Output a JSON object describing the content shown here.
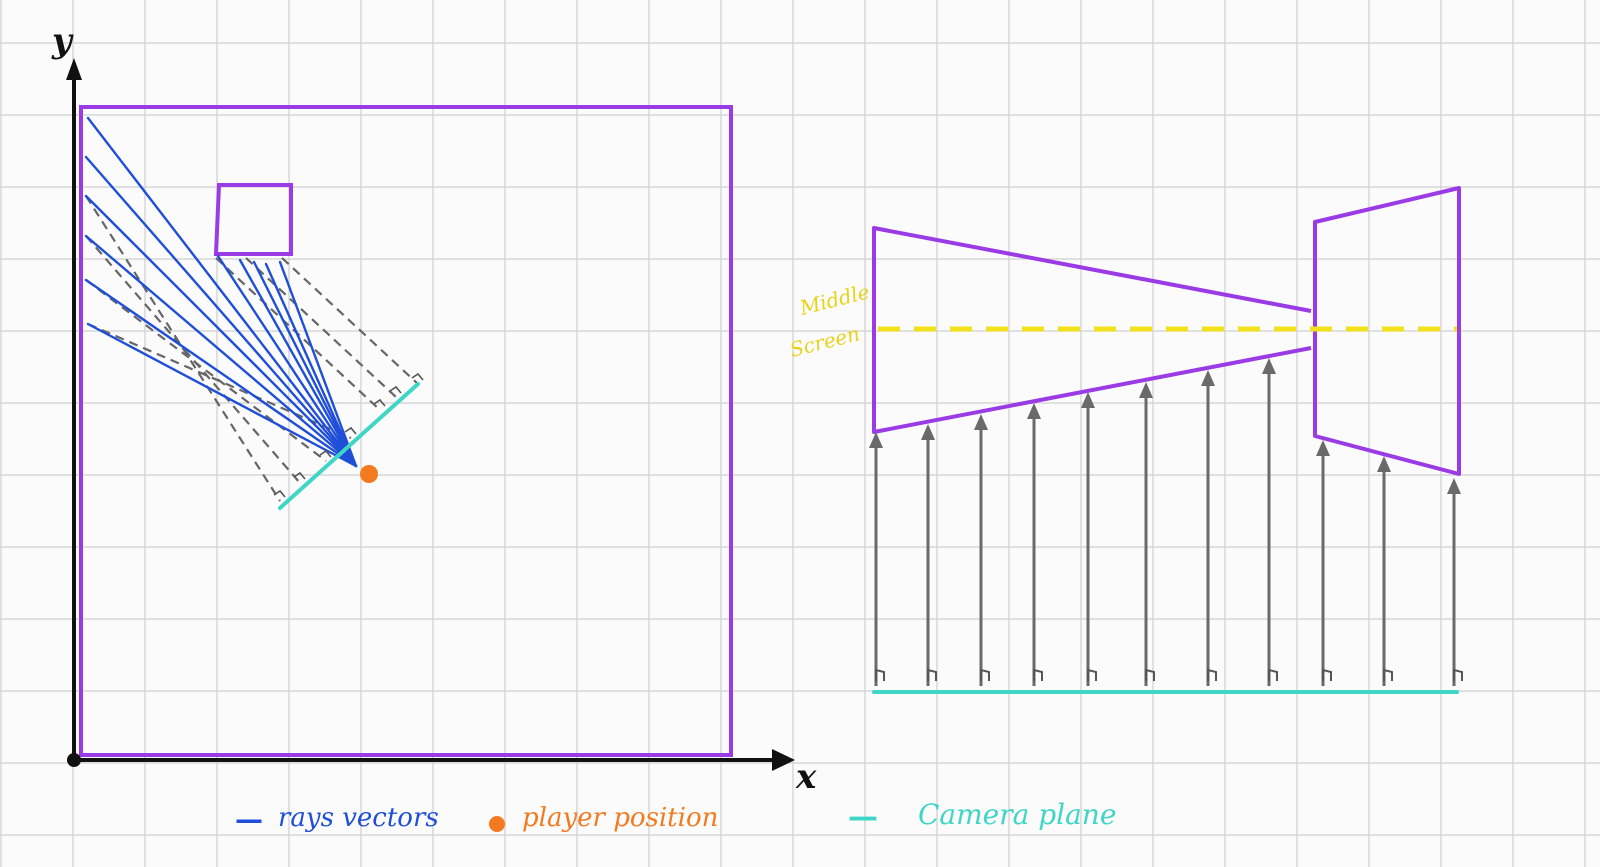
{
  "axes": {
    "y_label": "y",
    "x_label": "x"
  },
  "middle_screen_label": {
    "line1": "Middle",
    "line2": "Screen"
  },
  "legend": {
    "rays": {
      "marker": "—",
      "text": "rays vectors"
    },
    "player": {
      "marker": "●",
      "text": "player position"
    },
    "camera": {
      "marker": "—",
      "text": "Camera plane"
    }
  },
  "colors": {
    "grid": "#cfcfcf",
    "axis": "#111111",
    "wall": "#9a3be6",
    "ray": "#1f4fd8",
    "dashed": "#666666",
    "camera_plane": "#3fd6c6",
    "player": "#f47a1f",
    "middle_screen": "#f2e01a",
    "arrow": "#6a6a6a"
  },
  "icons": {
    "axis_arrow": "arrow-head-icon",
    "player_marker": "dot-icon",
    "right_angle": "right-angle-icon"
  }
}
